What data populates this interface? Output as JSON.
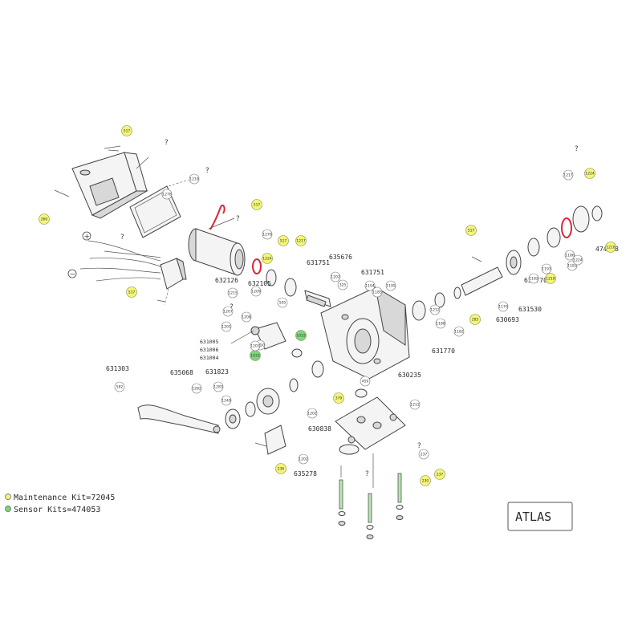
{
  "legend": {
    "maintenance_kit": "Maintenance Kit=72045",
    "sensor_kit": "Sensor Kits=474053",
    "maintenance_color": "#f2f57a",
    "sensor_color": "#7ed67e"
  },
  "brand_box": {
    "text": "ATLAS"
  },
  "polarity": {
    "plus": "+",
    "minus": "−"
  },
  "part_numbers": {
    "p631770a": "631770",
    "p631770b": "631770",
    "p474028": "474028",
    "p631530": "631530",
    "p630693": "630693",
    "p631751a": "631751",
    "p635676": "635676",
    "p631751b": "631751",
    "p632126": "632126",
    "p632105": "632105",
    "p631303": "631303",
    "p635068": "635068",
    "p631823": "631823",
    "p630235": "630235",
    "p630838": "630838",
    "p635278": "635278",
    "p631005": "631005",
    "p631006": "631006",
    "p631004": "631004"
  },
  "callouts": [
    {
      "id": "c1",
      "label": "517",
      "kit": "maintenance"
    },
    {
      "id": "c2",
      "label": "1224",
      "kit": "maintenance"
    },
    {
      "id": "c3",
      "label": "517",
      "kit": "maintenance"
    },
    {
      "id": "c4",
      "label": "1217",
      "kit": "maintenance"
    },
    {
      "id": "c5",
      "label": "517",
      "kit": "maintenance"
    },
    {
      "id": "c6",
      "label": "1224",
      "kit": "maintenance"
    },
    {
      "id": "c7",
      "label": "517",
      "kit": "maintenance"
    },
    {
      "id": "c8",
      "label": "1218",
      "kit": "maintenance"
    },
    {
      "id": "c9",
      "label": "517",
      "kit": "maintenance"
    },
    {
      "id": "c10",
      "label": "1218",
      "kit": "maintenance"
    },
    {
      "id": "c11",
      "label": "283",
      "kit": "maintenance"
    },
    {
      "id": "c12",
      "label": "260",
      "kit": "maintenance"
    },
    {
      "id": "c13",
      "label": "379",
      "kit": "maintenance"
    },
    {
      "id": "c14",
      "label": "236",
      "kit": "maintenance"
    },
    {
      "id": "c15",
      "label": "230",
      "kit": "maintenance"
    },
    {
      "id": "c16",
      "label": "237",
      "kit": "maintenance"
    },
    {
      "id": "c17",
      "label": "1033",
      "kit": "sensor"
    },
    {
      "id": "c18",
      "label": "1033",
      "kit": "sensor"
    },
    {
      "id": "c19",
      "label": "1276",
      "kit": "plain"
    },
    {
      "id": "c20",
      "label": "1219",
      "kit": "plain"
    },
    {
      "id": "c21",
      "label": "1278",
      "kit": "plain"
    },
    {
      "id": "c22",
      "label": "1217",
      "kit": "plain"
    },
    {
      "id": "c23",
      "label": "1183",
      "kit": "plain"
    },
    {
      "id": "c24",
      "label": "1186",
      "kit": "plain"
    },
    {
      "id": "c25",
      "label": "1193",
      "kit": "plain"
    },
    {
      "id": "c26",
      "label": "1182",
      "kit": "plain"
    },
    {
      "id": "c27",
      "label": "1170",
      "kit": "plain"
    },
    {
      "id": "c28",
      "label": "1224",
      "kit": "plain"
    },
    {
      "id": "c29",
      "label": "1182",
      "kit": "plain"
    },
    {
      "id": "c30",
      "label": "1188",
      "kit": "plain"
    },
    {
      "id": "c31",
      "label": "1209",
      "kit": "plain"
    },
    {
      "id": "c32",
      "label": "1207",
      "kit": "plain"
    },
    {
      "id": "c33",
      "label": "1208",
      "kit": "plain"
    },
    {
      "id": "c34",
      "label": "1215",
      "kit": "plain"
    },
    {
      "id": "c35",
      "label": "505",
      "kit": "plain"
    },
    {
      "id": "c36",
      "label": "1201",
      "kit": "plain"
    },
    {
      "id": "c37",
      "label": "1185",
      "kit": "plain"
    },
    {
      "id": "c38",
      "label": "325",
      "kit": "plain"
    },
    {
      "id": "c39",
      "label": "1202",
      "kit": "plain"
    },
    {
      "id": "c40",
      "label": "1194",
      "kit": "plain"
    },
    {
      "id": "c41",
      "label": "1195",
      "kit": "plain"
    },
    {
      "id": "c42",
      "label": "1212",
      "kit": "plain"
    },
    {
      "id": "c43",
      "label": "1202",
      "kit": "plain"
    },
    {
      "id": "c44",
      "label": "459",
      "kit": "plain"
    },
    {
      "id": "c45",
      "label": "1212",
      "kit": "plain"
    },
    {
      "id": "c46",
      "label": "1202",
      "kit": "plain"
    },
    {
      "id": "c47",
      "label": "1282",
      "kit": "plain"
    },
    {
      "id": "c48",
      "label": "1283",
      "kit": "plain"
    },
    {
      "id": "c49",
      "label": "1249",
      "kit": "plain"
    },
    {
      "id": "c50",
      "label": "1250",
      "kit": "plain"
    },
    {
      "id": "c51",
      "label": "582",
      "kit": "plain"
    },
    {
      "id": "c52",
      "label": "237",
      "kit": "plain"
    },
    {
      "id": "c53",
      "label": "1203",
      "kit": "plain"
    }
  ]
}
